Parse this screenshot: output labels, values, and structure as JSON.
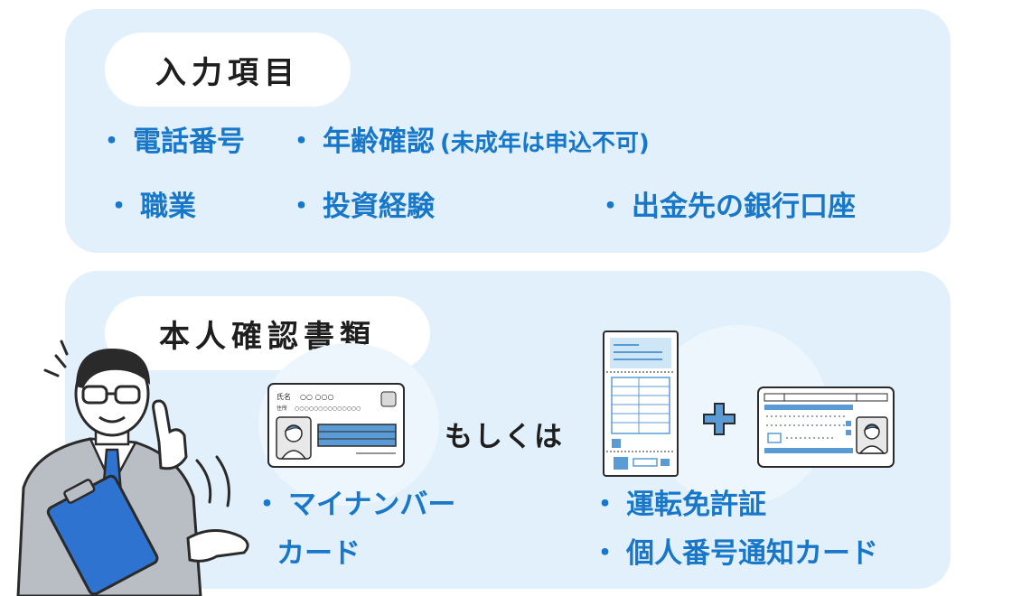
{
  "input_section": {
    "title": "入力項目",
    "items": [
      "電話番号",
      "年齢確認",
      "職業",
      "投資経験",
      "出金先の銀行口座"
    ],
    "note": "(未成年は申込不可)"
  },
  "id_section": {
    "title": "本人確認書類",
    "connector": "もしくは",
    "mynumber_label_line1": "マイナンバー",
    "mynumber_label_line2": "カード",
    "alt_docs": [
      "運転免許証",
      "個人番号通知カード"
    ]
  },
  "card_text": {
    "name_label": "氏名",
    "name_value": "○○ ○○○",
    "address_label": "住所",
    "address_value": "○○○○○○○○○○○○○○"
  },
  "bullet": "・",
  "plus": "+",
  "colors": {
    "panel_bg": "#e1f0fa",
    "accent_text": "#1877c8",
    "card_blue": "#5b9bd5",
    "clipboard_blue": "#2f73d0",
    "suit_gray": "#b9bec4"
  }
}
